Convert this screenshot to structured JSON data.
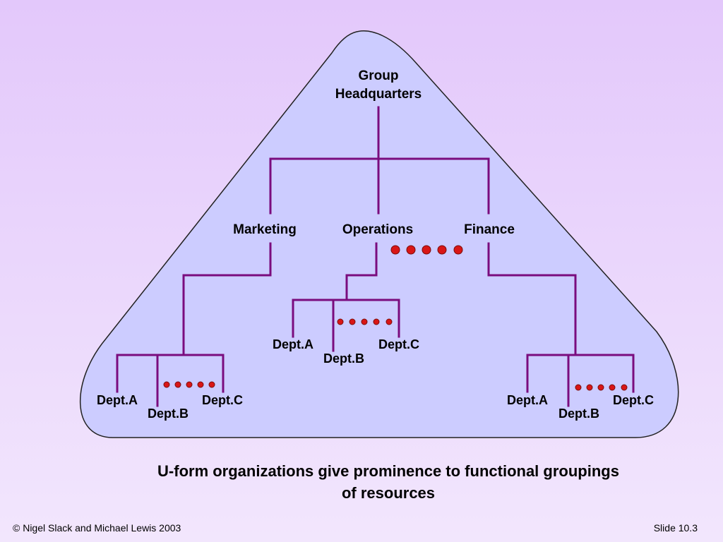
{
  "diagram": {
    "root": [
      "Group",
      "Headquarters"
    ],
    "functions": [
      "Marketing",
      "Operations",
      "Finance"
    ],
    "departments": [
      "Dept.A",
      "Dept.B",
      "Dept.C"
    ]
  },
  "caption": {
    "line1": "U-form organizations give prominence to functional groupings",
    "line2": "of resources"
  },
  "footer": {
    "copyright": "© Nigel Slack and Michael Lewis 2003",
    "slide": "Slide 10.3"
  },
  "colors": {
    "background": "#e3c8fb",
    "triangle_fill": "#ccccff",
    "connector": "#7a0c7e",
    "dot": "#d91616"
  }
}
